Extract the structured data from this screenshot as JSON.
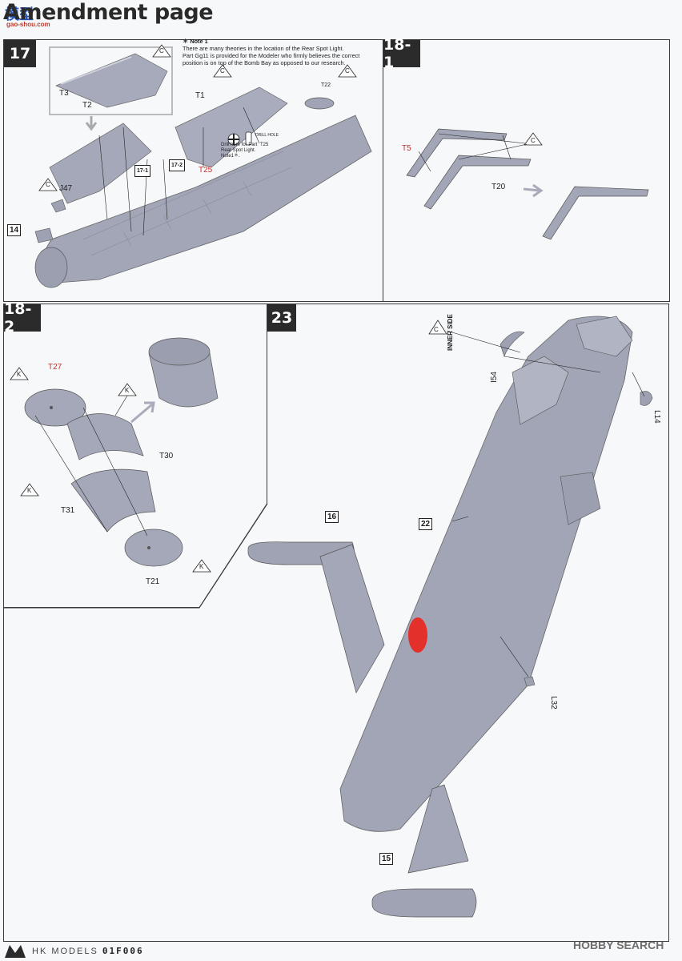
{
  "header": {
    "title": "Amendment page",
    "logo_text": "模型",
    "logo_url": "gao-shou.com"
  },
  "steps": {
    "s17": {
      "number": "17",
      "labels": {
        "t3": "T3",
        "t2": "T2",
        "t1": "T1",
        "t22": "T22",
        "t25": "T25",
        "t25b": "T25",
        "j47": "J47",
        "ref14": "14",
        "ref17_1": "17-1",
        "ref17_2": "17-2",
        "c": "C"
      },
      "note": {
        "title": "＊ Note 1",
        "line1": "There are many theories in the location of the Rear Spot Light.",
        "line2": "Part Gg11 is provided for the Modeler who firmly believes the correct",
        "line3": "position is on top of the Bomb Bay as opposed to our research."
      },
      "drill_hole": "DRILL HOLE",
      "drill_text": "Drill here for Part",
      "drill_text2": "Rear Spot Light.",
      "drill_text3": "Note1＊."
    },
    "s18_1": {
      "number": "18-1",
      "labels": {
        "t5": "T5",
        "t20": "T20",
        "c": "C"
      }
    },
    "s18_2": {
      "number": "18-2",
      "labels": {
        "t27": "T27",
        "t30": "T30",
        "t31": "T31",
        "t21": "T21",
        "k": "K"
      }
    },
    "s23": {
      "number": "23",
      "labels": {
        "inner_side": "INNER SIDE",
        "i54": "I54",
        "l14": "L14",
        "ref22": "22",
        "ref16": "16",
        "ref15": "15",
        "l32": "L32",
        "c": "C"
      }
    }
  },
  "footer": {
    "brand": "HK MODELS",
    "code": "01F006",
    "watermark": "HOBBY SEARCH"
  },
  "colors": {
    "part_gray": "#9fa3b5",
    "roundel_red": "#e4302b",
    "highlight_red": "#c8302a"
  }
}
